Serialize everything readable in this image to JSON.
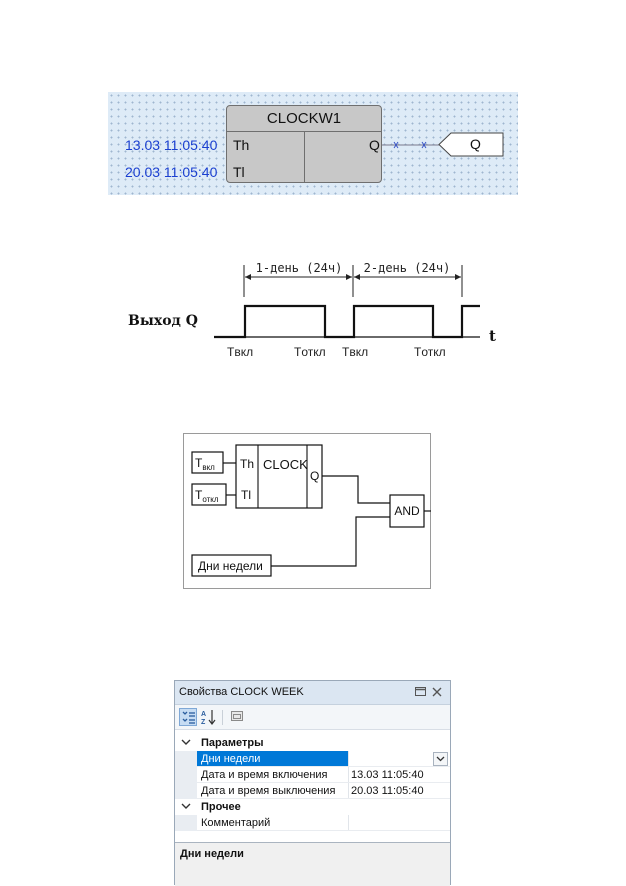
{
  "fbd": {
    "block_title": "CLOCKW1",
    "pin_th": "Th",
    "pin_tl": "Tl",
    "pin_q": "Q",
    "th_value": "13.03 11:05:40",
    "tl_value": "20.03 11:05:40",
    "output_tag": "Q"
  },
  "timing": {
    "span1": "1-день (24ч)",
    "span2": "2-день (24ч)",
    "signal_label": "Выход Q",
    "axis_label": "t",
    "t_on_1": "Tвкл",
    "t_off_1": "Tоткл",
    "t_on_2": "Tвкл",
    "t_off_2": "Tоткл"
  },
  "schematic": {
    "in_on_T": "T",
    "in_on_sub": "вкл",
    "in_off_T": "T",
    "in_off_sub": "откл",
    "pin_th": "Th",
    "pin_tl": "Tl",
    "block": "CLOCK",
    "pin_q": "Q",
    "gate": "AND",
    "weekdays": "Дни недели"
  },
  "properties": {
    "title": "Свойства CLOCK WEEK",
    "cat_params": "Параметры",
    "rows": [
      {
        "key": "Дни недели",
        "value": ""
      },
      {
        "key": "Дата и время включения",
        "value": "13.03 11:05:40"
      },
      {
        "key": "Дата и время выключения",
        "value": "20.03 11:05:40"
      }
    ],
    "cat_other": "Прочее",
    "row_comment": {
      "key": "Комментарий",
      "value": ""
    },
    "desc_title": "Дни недели"
  },
  "colors": {
    "accent_blue": "#1a3fd0",
    "selection": "#0078d7",
    "block_fill": "#c8c8c8",
    "canvas_bg": "#deebf7"
  }
}
